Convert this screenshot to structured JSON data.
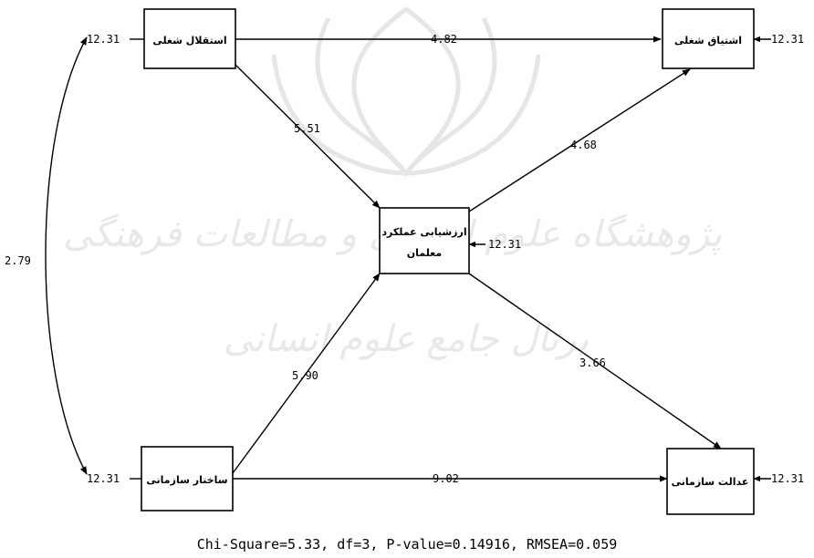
{
  "variables": {
    "job_independence": "استقلال شغلی",
    "job_engagement": "اشتیاق شغلی",
    "teacher_performance_line1": "ارزشیابی عملکرد",
    "teacher_performance_line2": "معلمان",
    "org_structure": "ساختار سازمانی",
    "org_justice": "عدالت سازمانی"
  },
  "coefficients": {
    "independence_to_engagement": "4.82",
    "independence_to_performance": "5.51",
    "performance_to_engagement": "4.68",
    "structure_to_performance": "5.90",
    "performance_to_justice": "3.66",
    "structure_to_justice": "9.02",
    "covariance_independence_structure": "2.79"
  },
  "errors": {
    "job_independence": "12.31",
    "job_engagement": "12.31",
    "teacher_performance": "12.31",
    "org_structure": "12.31",
    "org_justice": "12.31"
  },
  "fit_statistics": "Chi-Square=5.33, df=3, P-value=0.14916, RMSEA=0.059",
  "watermark": {
    "line1": "پژوهشگاه علوم انسانی و مطالعات فرهنگی",
    "line2": "پرتال جامع علوم انسانی"
  }
}
